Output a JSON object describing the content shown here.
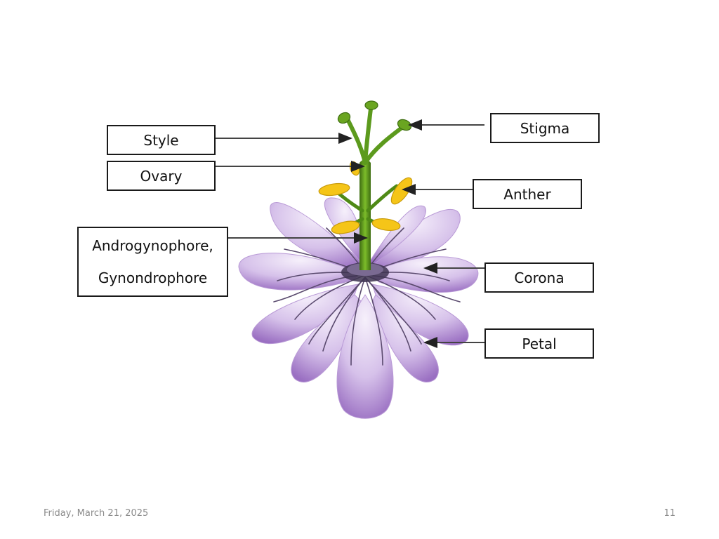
{
  "labels": {
    "style": "Style",
    "ovary": "Ovary",
    "androgynophore_line1": "Androgynophore,",
    "androgynophore_line2": "Gynondrophore",
    "stigma": "Stigma",
    "anther": "Anther",
    "corona": "Corona",
    "petal": "Petal"
  },
  "footer": {
    "date": "Friday, March 21, 2025",
    "page": "11"
  },
  "colors": {
    "petal_light": "#e9def4",
    "petal_mid": "#c7abe0",
    "petal_dark": "#8f63b8",
    "stem_green": "#6aa521",
    "stem_dark": "#3f6e12",
    "anther_yellow": "#f5c518",
    "corona_filament": "#5a4a6e",
    "arrow_gray": "#555555"
  }
}
